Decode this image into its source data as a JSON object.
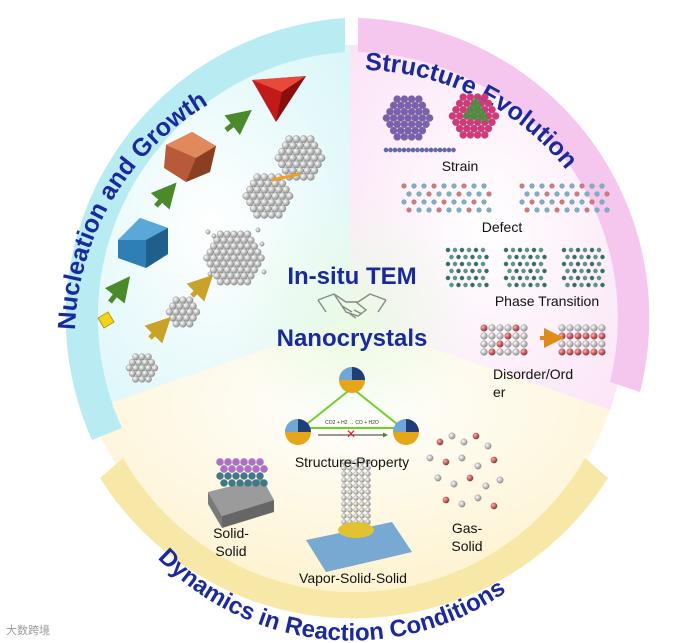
{
  "center": {
    "title": "In-situ TEM",
    "subtitle": "Nanocrystals"
  },
  "sections": {
    "nucleation": {
      "title": "Nucleation and Growth"
    },
    "structure": {
      "title": "Structure Evolution",
      "items": {
        "strain": "Strain",
        "defect": "Defect",
        "phase": "Phase Transition",
        "disorder_1": "Disorder/Ord",
        "disorder_2": "er"
      }
    },
    "dynamics": {
      "title": "Dynamics in Reaction Conditions",
      "items": {
        "structure_property": "Structure-Property",
        "solid_1": "Solid-",
        "solid_2": "Solid",
        "gas_1": "Gas-",
        "gas_2": "Solid",
        "vss": "Vapor-Solid-Solid"
      }
    }
  },
  "reaction_equation": "CO2 + H2 → CO + H2O",
  "watermark": "大数跨境",
  "colors": {
    "title_blue": "#1a2a9c",
    "cyan_band": "#b8ecf2",
    "pink_band": "#f6c7ee",
    "yellow_band": "#f8e8a8",
    "arrow_green": "#4b8a2a",
    "arrow_gold": "#c9a227"
  }
}
